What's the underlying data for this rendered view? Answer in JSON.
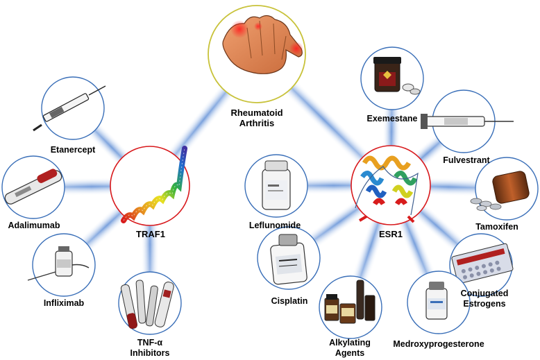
{
  "hubs": {
    "traf1": {
      "label": "TRAF1"
    },
    "esr1": {
      "label": "ESR1"
    },
    "disease": {
      "label_line1": "Rheumatoid",
      "label_line2": "Arthritis"
    }
  },
  "traf1_drugs": [
    {
      "id": "etanercept",
      "label": "Etanercept"
    },
    {
      "id": "adalimumab",
      "label": "Adalimumab"
    },
    {
      "id": "infliximab",
      "label": "Infliximab"
    },
    {
      "id": "tnf",
      "label_line1": "TNF-α",
      "label_line2": "Inhibitors"
    }
  ],
  "esr1_drugs": [
    {
      "id": "exemestane",
      "label": "Exemestane"
    },
    {
      "id": "fulvestrant",
      "label": "Fulvestrant"
    },
    {
      "id": "tamoxifen",
      "label": "Tamoxifen"
    },
    {
      "id": "conjugated",
      "label_line1": "Conjugated",
      "label_line2": "Estrogens"
    },
    {
      "id": "medroxy",
      "label": "Medroxyprogesterone"
    },
    {
      "id": "alkylating",
      "label_line1": "Alkylating",
      "label_line2": "Agents"
    },
    {
      "id": "cisplatin",
      "label": "Cisplatin"
    },
    {
      "id": "leflunomide",
      "label": "Leflunomide"
    }
  ],
  "colors": {
    "hub_ring": "#d8191c",
    "disease_ring": "#c8c23a",
    "node_ring": "#3a6fb8",
    "connector": "#4a7fd0"
  }
}
